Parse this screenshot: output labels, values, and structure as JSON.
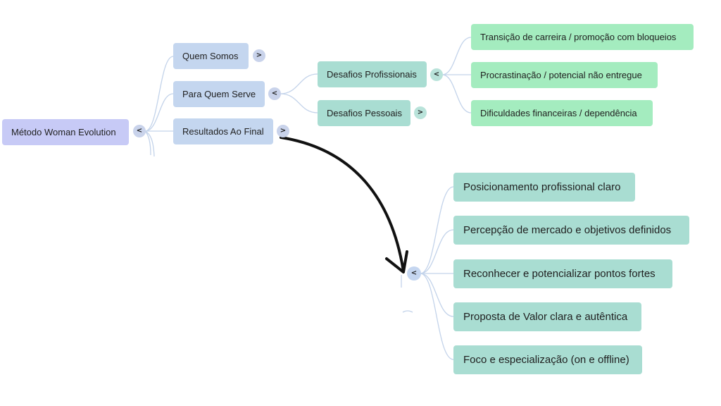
{
  "mindmap": {
    "root": {
      "label": "Método Woman Evolution",
      "toggle": "<"
    },
    "level1": [
      {
        "label": "Quem Somos",
        "toggle": ">"
      },
      {
        "label": "Para Quem Serve",
        "toggle": "<"
      },
      {
        "label": "Resultados Ao Final",
        "toggle": ">"
      }
    ],
    "level2": [
      {
        "label": "Desafios Profissionais",
        "toggle": "<"
      },
      {
        "label": "Desafios Pessoais",
        "toggle": ">"
      }
    ],
    "level3": [
      {
        "label": "Transição de carreira / promoção com bloqueios"
      },
      {
        "label": "Procrastinação / potencial não entregue"
      },
      {
        "label": "Dificuldades financeiras / dependência"
      }
    ],
    "results": {
      "toggle": "<",
      "items": [
        {
          "label": "Posicionamento profissional claro"
        },
        {
          "label": "Percepção de mercado e objetivos definidos"
        },
        {
          "label": "Reconhecer e potencializar pontos fortes"
        },
        {
          "label": "Proposta de Valor clara e autêntica"
        },
        {
          "label": "Foco e especialização (on e offline)"
        }
      ]
    }
  },
  "colors": {
    "root": "#c7caf6",
    "level1": "#c4d6ef",
    "level2": "#a9ddd2",
    "level3": "#a4ecbf",
    "connector": "#c3d3ea",
    "arrow": "#111111"
  }
}
